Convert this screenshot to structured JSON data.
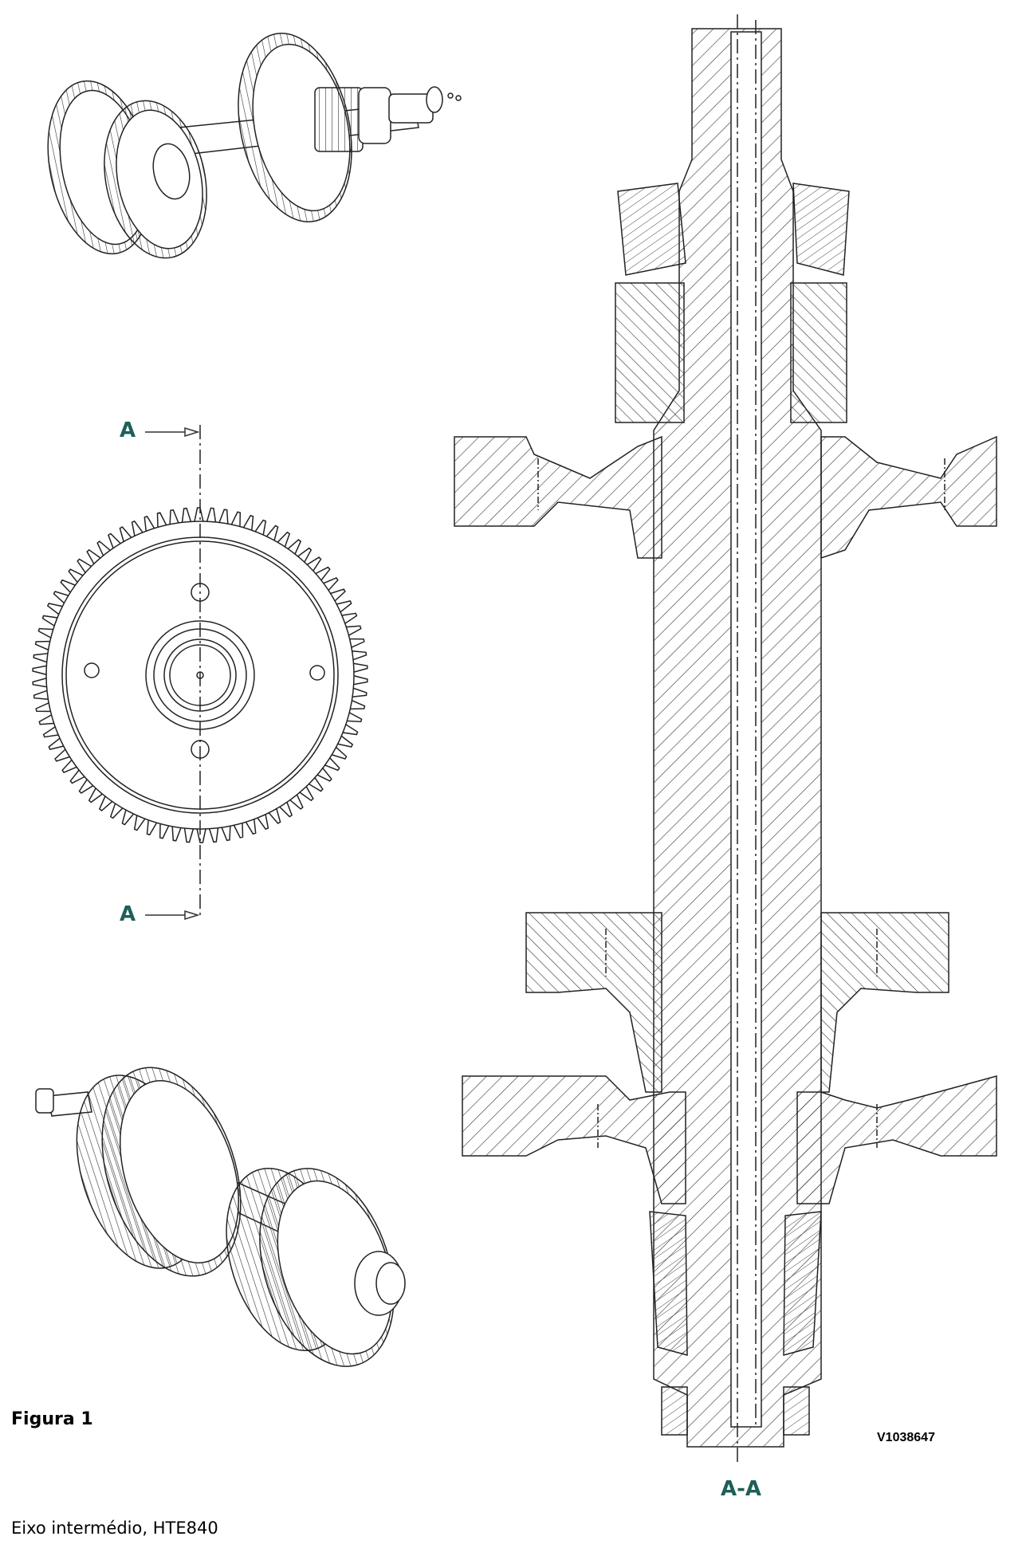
{
  "section_labels": {
    "top": "A",
    "bottom": "A"
  },
  "section_view_label": "A-A",
  "drawing_code": "V1038647",
  "figure_title": "Figura 1",
  "caption": "Eixo intermédio, HTE840",
  "colors": {
    "label_teal": "#1f5f57",
    "line": "#222222"
  }
}
